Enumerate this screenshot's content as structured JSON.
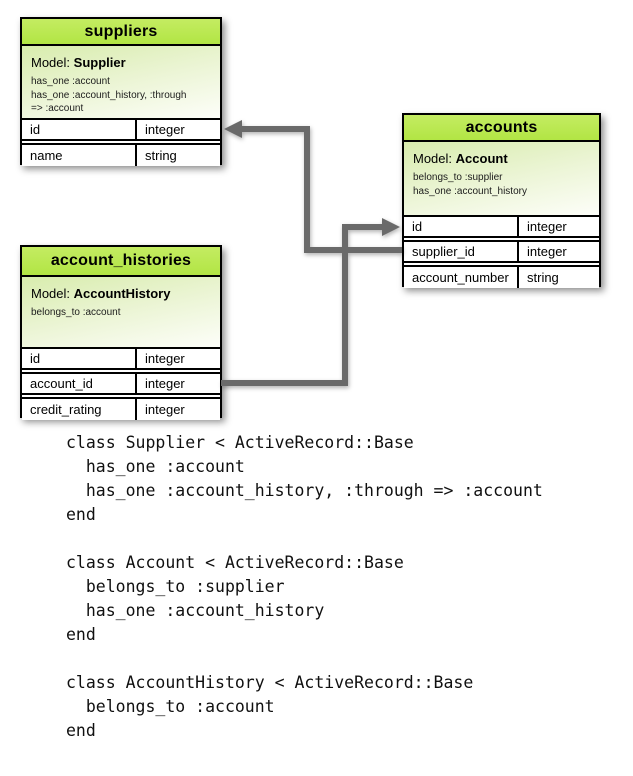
{
  "diagram": {
    "colors": {
      "header_green": "#b5e74f",
      "body_green_top": "#d8ecad",
      "arrow_gray": "#6a6a6a",
      "border_black": "#000000"
    },
    "tables": {
      "suppliers": {
        "title": "suppliers",
        "model_label": "Model:",
        "model_name": "Supplier",
        "associations": {
          "line1": "has_one :account",
          "line2": "has_one :account_history, :through",
          "line3": "=> :account"
        },
        "columns": [
          {
            "name": "id",
            "type": "integer"
          },
          {
            "name": "name",
            "type": "string"
          }
        ]
      },
      "accounts": {
        "title": "accounts",
        "model_label": "Model:",
        "model_name": "Account",
        "associations": {
          "line1": "belongs_to :supplier",
          "line2": "has_one :account_history"
        },
        "columns": [
          {
            "name": "id",
            "type": "integer"
          },
          {
            "name": "supplier_id",
            "type": "integer"
          },
          {
            "name": "account_number",
            "type": "string"
          }
        ]
      },
      "account_histories": {
        "title": "account_histories",
        "model_label": "Model:",
        "model_name": "AccountHistory",
        "associations": {
          "line1": "belongs_to :account"
        },
        "columns": [
          {
            "name": "id",
            "type": "integer"
          },
          {
            "name": "account_id",
            "type": "integer"
          },
          {
            "name": "credit_rating",
            "type": "integer"
          }
        ]
      }
    }
  },
  "code": {
    "supplier_class": {
      "line1": "class Supplier < ActiveRecord::Base",
      "line2": "  has_one :account",
      "line3": "  has_one :account_history, :through => :account",
      "line4": "end"
    },
    "account_class": {
      "line1": "class Account < ActiveRecord::Base",
      "line2": "  belongs_to :supplier",
      "line3": "  has_one :account_history",
      "line4": "end"
    },
    "account_history_class": {
      "line1": "class AccountHistory < ActiveRecord::Base",
      "line2": "  belongs_to :account",
      "line3": "end"
    }
  }
}
